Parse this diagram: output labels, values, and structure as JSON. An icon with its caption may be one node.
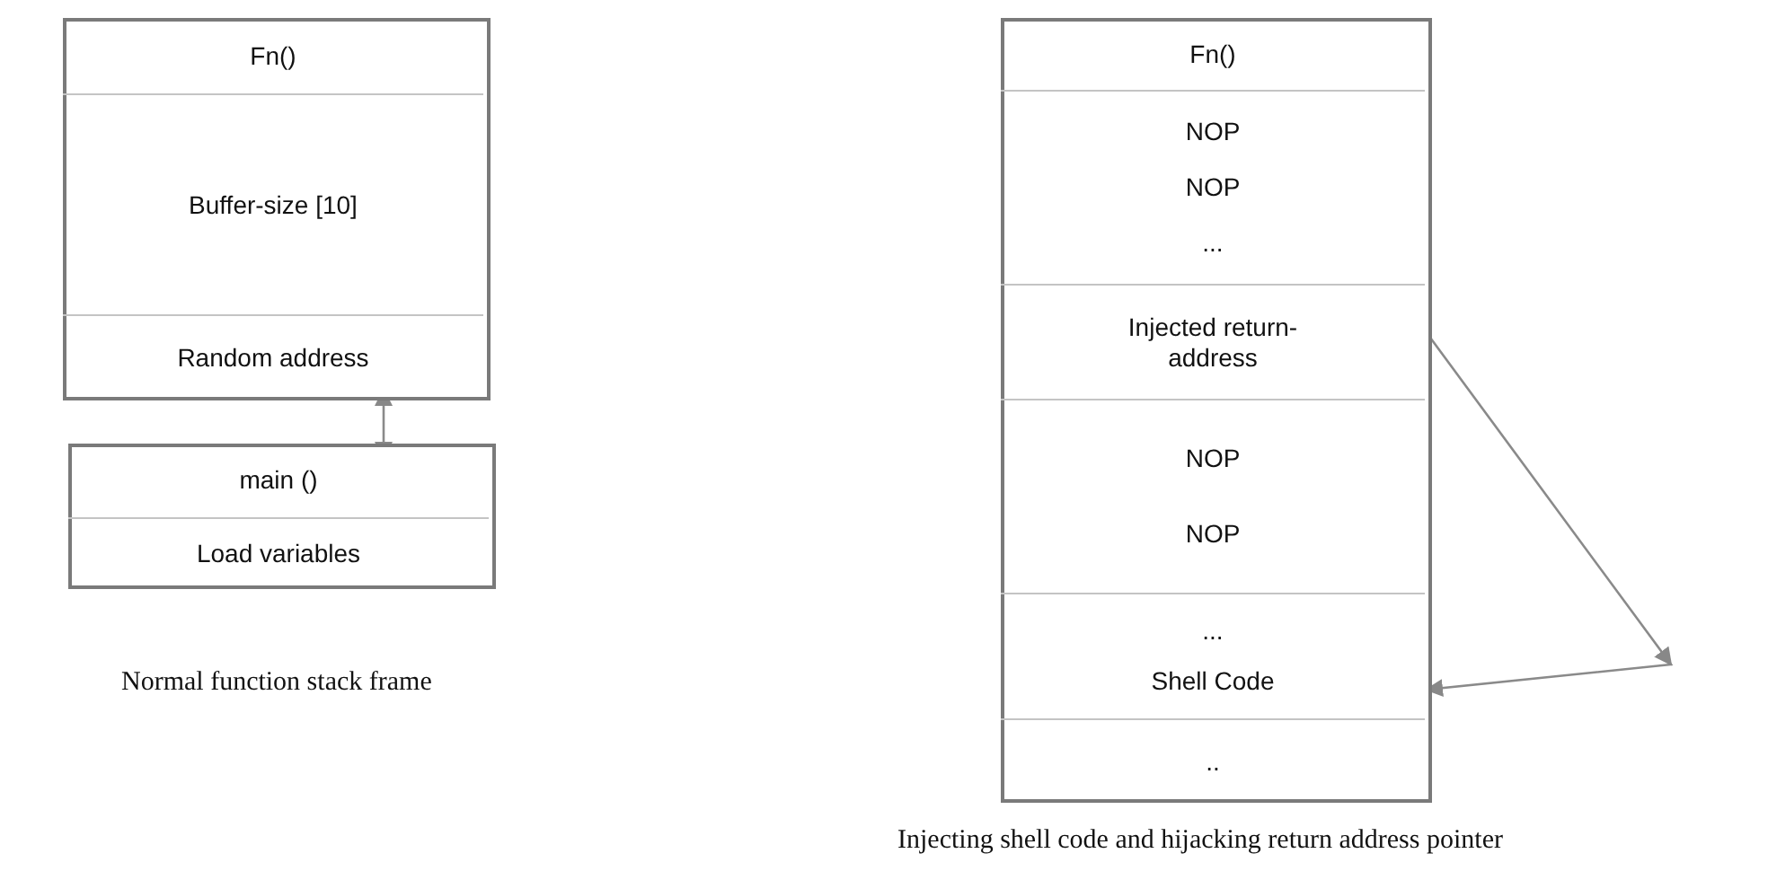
{
  "diagram": {
    "nodes": [
      {
        "text": [],
        "shape": "box"
      },
      {
        "text": [
          "Fn()"
        ],
        "in": 0
      },
      {
        "text": [
          "Buffer-size [10]"
        ],
        "in": 0
      },
      {
        "text": [
          "Random address"
        ],
        "in": 0
      },
      {
        "text": [],
        "shape": "box"
      },
      {
        "text": [
          "main ()"
        ],
        "in": 4
      },
      {
        "text": [
          "Load variables"
        ],
        "in": 4
      },
      {
        "text": [],
        "shape": "box"
      },
      {
        "text": [
          "Fn()"
        ],
        "in": 7
      },
      {
        "text": [
          "NOP",
          "NOP",
          "..."
        ],
        "in": 7
      },
      {
        "text": [
          "Injected return-address"
        ],
        "in": 7
      },
      {
        "text": [
          "NOP",
          "NOP"
        ],
        "in": 7
      },
      {
        "text": [
          "...",
          "Shell Code"
        ],
        "in": 7
      },
      {
        "text": [
          ".."
        ],
        "in": 7
      }
    ],
    "edges": [
      {
        "from": 3,
        "to": 5,
        "arrow": "both"
      },
      {
        "from": 10,
        "to": 12,
        "arrow": "to"
      }
    ],
    "labels": [
      "Normal function stack frame",
      "Injecting shell code and hijacking return address pointer"
    ]
  }
}
